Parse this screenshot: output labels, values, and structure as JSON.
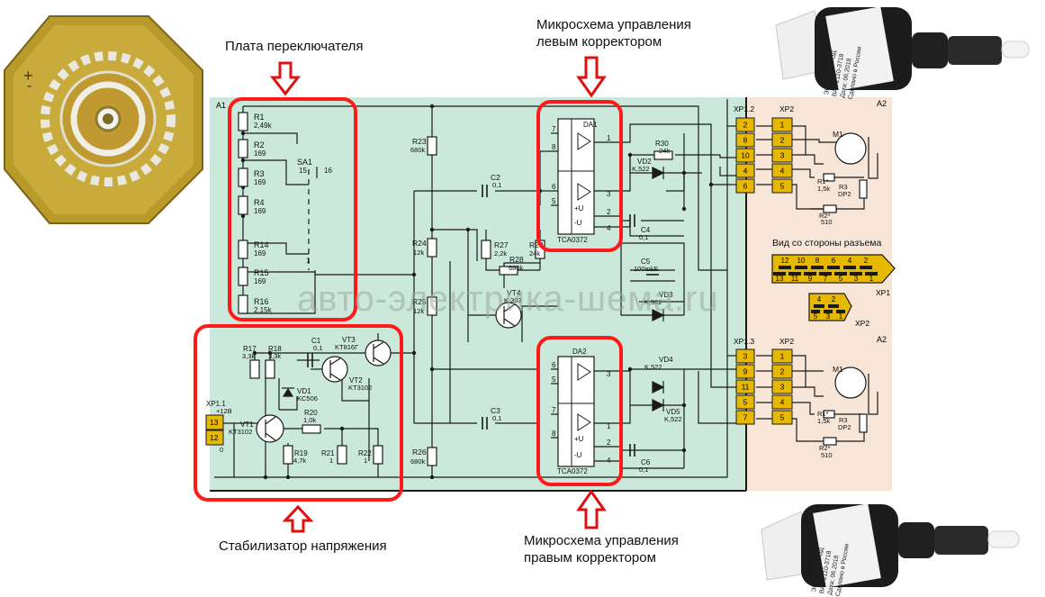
{
  "labels": {
    "switch_board": "Плата переключателя",
    "left_chip_line1": "Микросхема управления",
    "left_chip_line2": "левым корректором",
    "right_chip_line1": "Микросхема управления",
    "right_chip_line2": "правым корректором",
    "stabilizer": "Стабилизатор напряжения",
    "watermark": "авто-электрика-шема.ru"
  },
  "schematic": {
    "board_a1": "A1",
    "board_a2": "A2",
    "resistor_ladder": [
      {
        "ref": "R1",
        "val": "2,49k"
      },
      {
        "ref": "R2",
        "val": "169"
      },
      {
        "ref": "R3",
        "val": "169"
      },
      {
        "ref": "R4",
        "val": "169"
      },
      {
        "ref": "R14",
        "val": "169"
      },
      {
        "ref": "R15",
        "val": "169"
      },
      {
        "ref": "R16",
        "val": "2,15k"
      }
    ],
    "sa1": "SA1",
    "sa1_pos_15": "15",
    "sa1_pos_16": "16",
    "sa1_pos_1": "1",
    "stabilizer_parts": {
      "r17": "R17",
      "r17v": "3,3k",
      "r18": "R18",
      "r18v": "3,3k",
      "c1": "C1",
      "c1v": "0,1",
      "vt3": "VT3",
      "vt3v": "KT816Г",
      "vt2": "VT2",
      "vt2v": "KT3102",
      "vd1": "VD1",
      "vd1v": "KC506",
      "vt1": "VT1",
      "vt1v": "KT3102",
      "r20": "R20",
      "r20v": "1,0k",
      "r19": "R19",
      "r19v": "4,7k",
      "r21": "R21",
      "r21v": "1",
      "r22": "R22",
      "r22v": "1",
      "xp11": "XP1.1",
      "plus12": "+12B",
      "pin13": "13",
      "pin12": "12",
      "zero": "0"
    },
    "middle_parts": {
      "r23": "R23",
      "r23v": "680k",
      "r24": "R24",
      "r24v": "12k",
      "r25": "R25",
      "r25v": "12k",
      "r26": "R26",
      "r26v": "680k",
      "c2": "C2",
      "c2v": "0,1",
      "c3": "C3",
      "c3v": "0,1",
      "r27": "R27",
      "r27v": "2,2k",
      "r28": "R28",
      "r28v": "680k",
      "r29": "R29",
      "r29v": "24k",
      "vt4": "VT4",
      "vt4v": "K 303"
    },
    "da1": {
      "ref": "DA1",
      "type": "TCA0372",
      "pins_left": [
        "7",
        "8",
        "6",
        "5"
      ],
      "pins_right": [
        "1",
        "3",
        "2",
        "4"
      ],
      "pu": "+U",
      "mu": "-U"
    },
    "da2": {
      "ref": "DA2",
      "type": "TCA0372",
      "pins_left": [
        "6",
        "5",
        "7",
        "8"
      ],
      "pins_right": [
        "3",
        "1",
        "2",
        "4"
      ],
      "pu": "+U",
      "mu": "-U"
    },
    "right_parts": {
      "r30": "R30",
      "r30v": "24k",
      "vd2": "VD2",
      "vd2v": "K,522",
      "c4": "C4",
      "c4v": "0,1",
      "c5": "C5",
      "c5v": "100mkF",
      "vd3": "VD3",
      "vd3v": "K,522",
      "vd4": "VD4",
      "vd4v": "K,522",
      "vd5": "VD5",
      "vd5v": "K,522",
      "c6": "C6",
      "c6v": "0,1"
    },
    "connector_top": {
      "xp": "XP1.2",
      "xp2": "XP2",
      "left_pins": [
        "2",
        "8",
        "10",
        "4",
        "6"
      ],
      "right_pins": [
        "1",
        "2",
        "3",
        "4",
        "5"
      ]
    },
    "connector_bottom": {
      "xp": "XP1.3",
      "xp2": "XP2",
      "left_pins": [
        "3",
        "9",
        "11",
        "5",
        "7"
      ],
      "right_pins": [
        "1",
        "2",
        "3",
        "4",
        "5"
      ]
    },
    "motor": {
      "m1": "M1",
      "r1": "R1*",
      "r1v": "1,5k",
      "r3": "R3",
      "dp2": "DP2",
      "r2": "R2*",
      "r2v": "510"
    },
    "view_label": "Вид со стороны разъема",
    "xp1_top_row": [
      "12",
      "10",
      "8",
      "6",
      "4",
      "2"
    ],
    "xp1_bottom_row": [
      "13",
      "11",
      "9",
      "7",
      "5",
      "3",
      "1"
    ],
    "xp1": "XP1",
    "xp2_top_row": [
      "4",
      "2"
    ],
    "xp2_bottom_row": [
      "5",
      "3",
      "1"
    ],
    "xp2": "XP2"
  },
  "photo_sticker": {
    "line1": "ЭМК 02-99 ГОД",
    "line2": "ВАЗ 2110-3718",
    "line3": "Дата: 06.2018",
    "line4": "Сделано в России"
  },
  "colors": {
    "board_bg": "#cbe9da",
    "motor_bg": "#f7e6d8",
    "highlight": "#ff1a1a",
    "connector": "#e6b800",
    "wire": "#1a1a1a"
  }
}
